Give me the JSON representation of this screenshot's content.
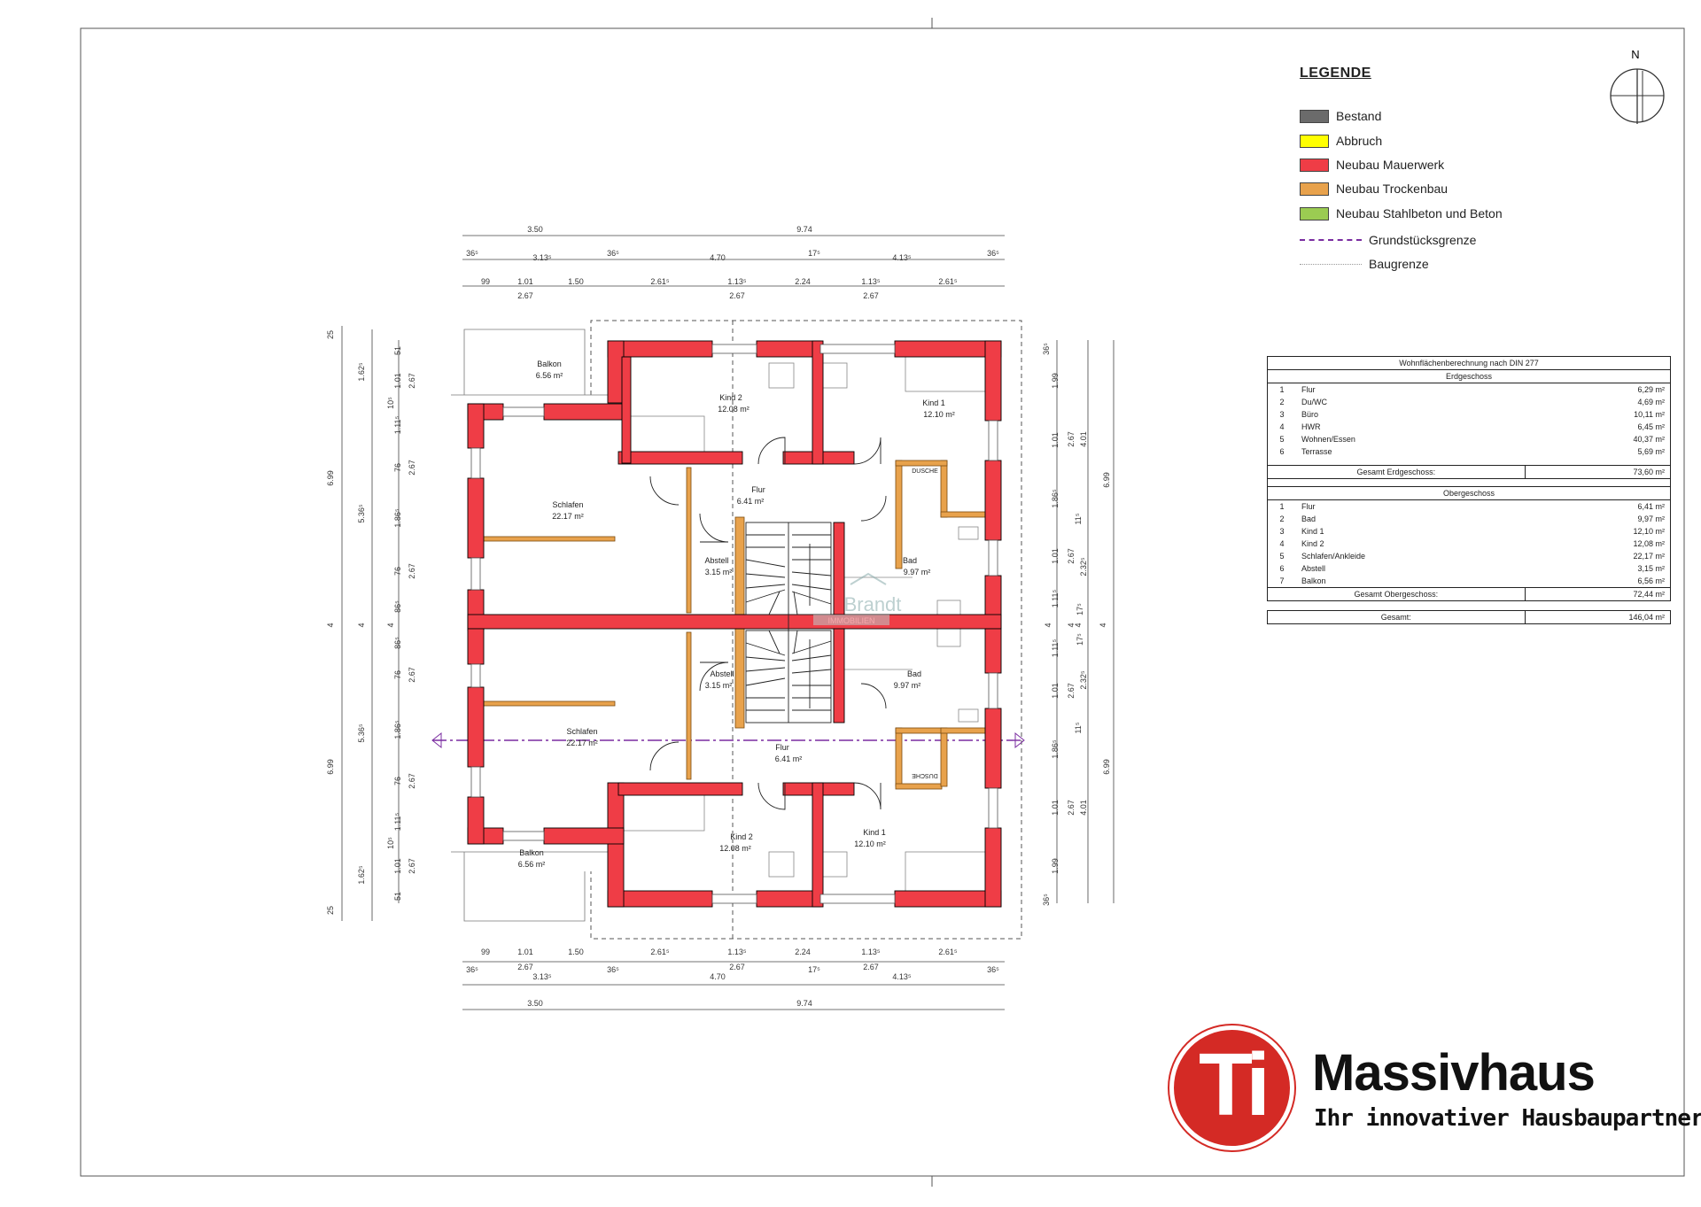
{
  "legend": {
    "title": "LEGENDE",
    "items": [
      {
        "label": "Bestand",
        "color": "#6b6b6b"
      },
      {
        "label": "Abbruch",
        "color": "#ffff00"
      },
      {
        "label": "Neubau Mauerwerk",
        "color": "#ef3d46"
      },
      {
        "label": "Neubau Trockenbau",
        "color": "#e8a24c"
      },
      {
        "label": "Neubau Stahlbeton und Beton",
        "color": "#9bcc52"
      },
      {
        "label": "Grundstücksgrenze",
        "color": "#7a2ca0"
      },
      {
        "label": "Baugrenze",
        "color": "#999999"
      }
    ]
  },
  "area_table": {
    "title": "Wohnflächenberechnung nach DIN 277",
    "floors": [
      {
        "name": "Erdgeschoss",
        "rooms": [
          [
            "1",
            "Flur",
            "6,29 m²"
          ],
          [
            "2",
            "Du/WC",
            "4,69 m²"
          ],
          [
            "3",
            "Büro",
            "10,11 m²"
          ],
          [
            "4",
            "HWR",
            "6,45 m²"
          ],
          [
            "5",
            "Wohnen/Essen",
            "40,37 m²"
          ],
          [
            "6",
            "Terrasse",
            "5,69 m²"
          ]
        ],
        "total_label": "Gesamt Erdgeschoss:",
        "total": "73,60 m²"
      },
      {
        "name": "Obergeschoss",
        "rooms": [
          [
            "1",
            "Flur",
            "6,41 m²"
          ],
          [
            "2",
            "Bad",
            "9,97 m²"
          ],
          [
            "3",
            "Kind 1",
            "12,10 m²"
          ],
          [
            "4",
            "Kind 2",
            "12,08 m²"
          ],
          [
            "5",
            "Schlafen/Ankleide",
            "22,17 m²"
          ],
          [
            "6",
            "Abstell",
            "3,15 m²"
          ],
          [
            "7",
            "Balkon",
            "6,56 m²"
          ]
        ],
        "total_label": "Gesamt Obergeschoss:",
        "total": "72,44 m²"
      }
    ],
    "grand_label": "Gesamt:",
    "grand_total": "146,04 m²"
  },
  "plan": {
    "north": "N",
    "top_house": {
      "balkon": {
        "name": "Balkon",
        "area": "6.56 m²"
      },
      "kind2": {
        "name": "Kind 2",
        "area": "12.08 m²"
      },
      "kind1": {
        "name": "Kind 1",
        "area": "12.10 m²"
      },
      "schlafen": {
        "name": "Schlafen",
        "area": "22.17 m²"
      },
      "flur": {
        "name": "Flur",
        "area": "6.41 m²"
      },
      "abstell": {
        "name": "Abstell",
        "area": "3.15 m²"
      },
      "bad": {
        "name": "Bad",
        "area": "9.97 m²"
      },
      "dusche": "DUSCHE"
    },
    "bottom_house": {
      "balkon": {
        "name": "Balkon",
        "area": "6.56 m²"
      },
      "kind2": {
        "name": "Kind 2",
        "area": "12.08 m²"
      },
      "kind1": {
        "name": "Kind 1",
        "area": "12.10 m²"
      },
      "schlafen": {
        "name": "Schlafen",
        "area": "22.17 m²"
      },
      "flur": {
        "name": "Flur",
        "area": "6.41 m²"
      },
      "abstell": {
        "name": "Abstell",
        "area": "3.15 m²"
      },
      "bad": {
        "name": "Bad",
        "area": "9.97 m²"
      },
      "dusche": "DUSCHE"
    },
    "watermark": {
      "line1": "Brandt",
      "line2": "IMMOBILIEN"
    },
    "dims_top": {
      "row1": [
        "3.50",
        "9.74"
      ],
      "row2": [
        "36⁵",
        "3.13⁵",
        "36⁵",
        "4.70",
        "17⁵",
        "4.13⁵",
        "36⁵"
      ],
      "row3": [
        "99",
        "1.01",
        "1.50",
        "2.61⁵",
        "1.13⁵",
        "2.24",
        "1.13⁵",
        "2.61⁵"
      ],
      "row3b": [
        "2.67",
        "2.67",
        "2.67"
      ]
    },
    "dims_bottom": {
      "row1": [
        "99",
        "1.01",
        "1.50",
        "2.61⁵",
        "1.13⁵",
        "2.24",
        "1.13⁵",
        "2.61⁵"
      ],
      "row1b": [
        "2.67",
        "2.67",
        "2.67"
      ],
      "row2": [
        "36⁵",
        "3.13⁵",
        "36⁵",
        "4.70",
        "17⁵",
        "4.13⁵",
        "36⁵"
      ],
      "row3": [
        "3.50",
        "9.74"
      ]
    },
    "dims_left": {
      "outer": [
        "25",
        "6.99",
        "4",
        "6.99",
        "25"
      ],
      "mid": [
        "1.62⁵",
        "5.36⁵",
        "4",
        "5.36⁵",
        "1.62⁵"
      ],
      "inner": [
        "51",
        "1.01",
        "10⁵",
        "1.11⁵",
        "76",
        "1.86⁵",
        "76",
        "86⁵",
        "4",
        "86⁵",
        "76",
        "1.86⁵",
        "76",
        "1.11⁵",
        "10⁵",
        "1.01",
        "51"
      ],
      "inner2": [
        "2.67",
        "2.67",
        "2.67",
        "2.67",
        "2.67",
        "2.67"
      ]
    },
    "dims_right": {
      "outer": [
        "6.99",
        "4",
        "6.99"
      ],
      "a": [
        "36⁵",
        "1.99",
        "1.01",
        "1.86⁵",
        "1.01",
        "1.11⁵",
        "4",
        "1.11⁵",
        "1.01",
        "1.86⁵",
        "1.01",
        "1.99",
        "36⁵"
      ],
      "b": [
        "2.67",
        "2.67",
        "4",
        "2.67",
        "2.67"
      ],
      "c": [
        "4.01",
        "11⁵",
        "2.32⁵",
        "17⁵",
        "4",
        "17⁵",
        "2.32⁵",
        "11⁵",
        "4.01"
      ]
    }
  },
  "logo": {
    "mark": "Ti",
    "name": "Massivhaus",
    "claim": "Ihr innovativer Hausbaupartner"
  }
}
